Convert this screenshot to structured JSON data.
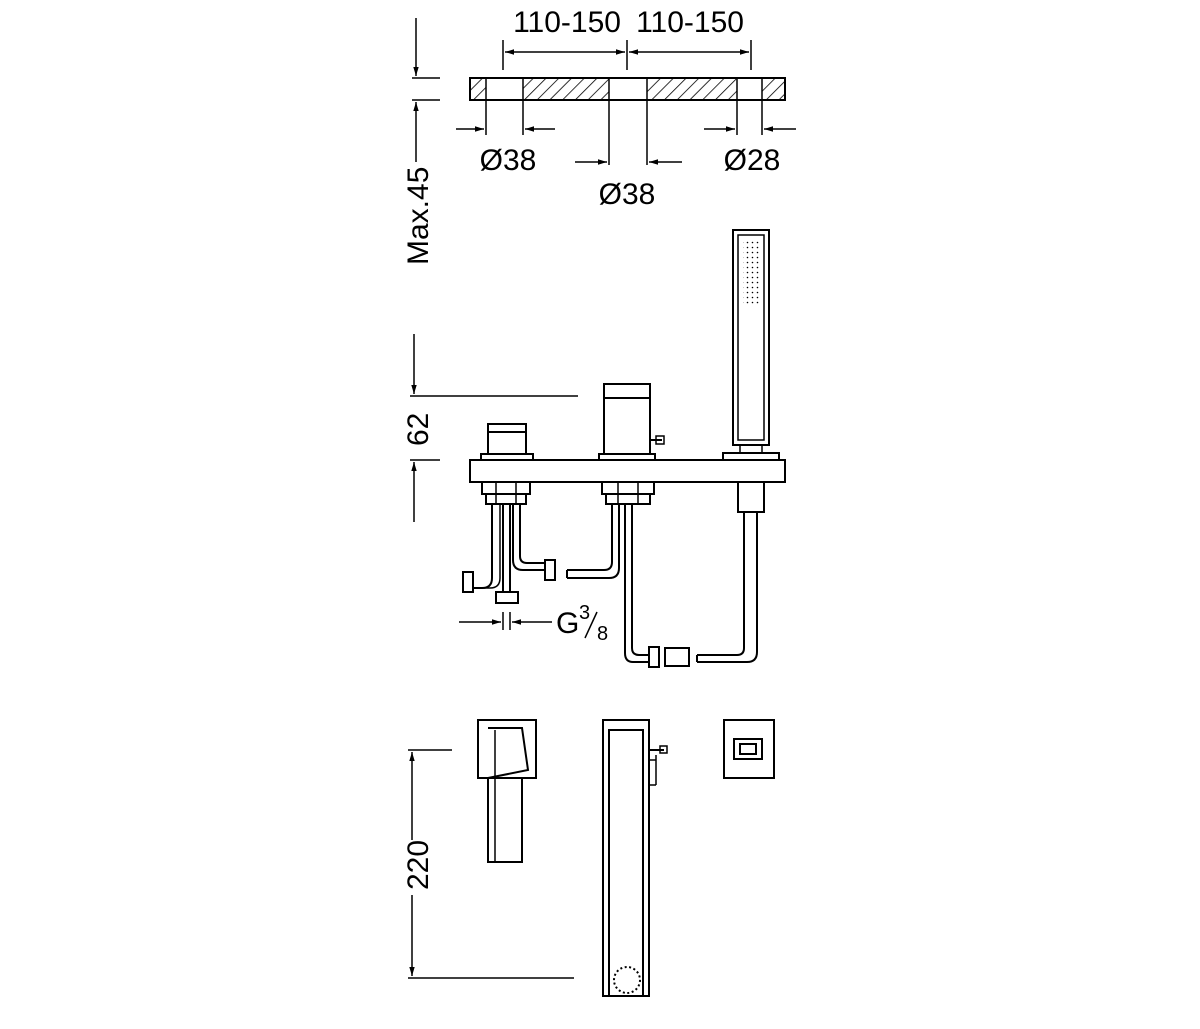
{
  "dimensions": {
    "spacing_left": "110-150",
    "spacing_right": "110-150",
    "hole_left": "Ø38",
    "hole_center": "Ø38",
    "hole_right": "Ø28",
    "max_thickness": "Max.45",
    "height_handles": "62",
    "height_spout": "220",
    "thread_prefix": "G",
    "thread_num": "3",
    "thread_den": "8"
  }
}
